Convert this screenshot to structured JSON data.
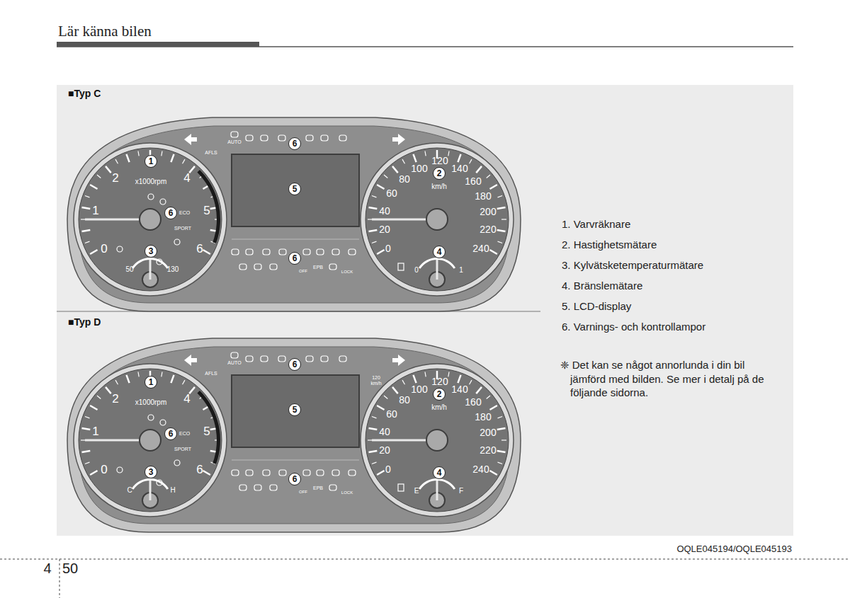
{
  "diagram": {
    "title": "Lär känna bilen",
    "labels": [
      "■Typ C",
      "AUTO",
      "6",
      "AFLS",
      "1",
      "x1000rpm",
      "2",
      "4",
      "1",
      "5",
      "0",
      "6",
      "6",
      "ECO",
      "SPORT",
      "3",
      "50",
      "130",
      "5",
      "6",
      "EPB",
      "OFF",
      "LOCK",
      "2",
      "100",
      "120",
      "140",
      "80",
      "km/h",
      "160",
      "60",
      "180",
      "40",
      "200",
      "20",
      "220",
      "0",
      "240",
      "4",
      "0",
      "1",
      "■Typ D",
      "AUTO",
      "6",
      "AFLS",
      "1",
      "x1000rpm",
      "2",
      "4",
      "1",
      "5",
      "0",
      "6",
      "6",
      "ECO",
      "SPORT",
      "3",
      "C",
      "H",
      "5",
      "6",
      "EPB",
      "OFF",
      "LOCK",
      "2",
      "100",
      "120",
      "140",
      "80",
      "km/h",
      "160",
      "60",
      "180",
      "40",
      "200",
      "20",
      "220",
      "0",
      "240",
      "4",
      "E",
      "F",
      "120 km/h",
      "1. Varvräknare",
      "2. Hastighetsmätare",
      "3. Kylvätsketemperaturmätare",
      "4. Bränslemätare",
      "5. LCD-display",
      "6. Varnings- och kontrollampor",
      "❈ Det kan se något annorlunda i din bil jämförd med bilden. Se mer i detalj på de följande sidorna.",
      "OQLE045194/OQLE045193",
      "4",
      "50"
    ]
  }
}
